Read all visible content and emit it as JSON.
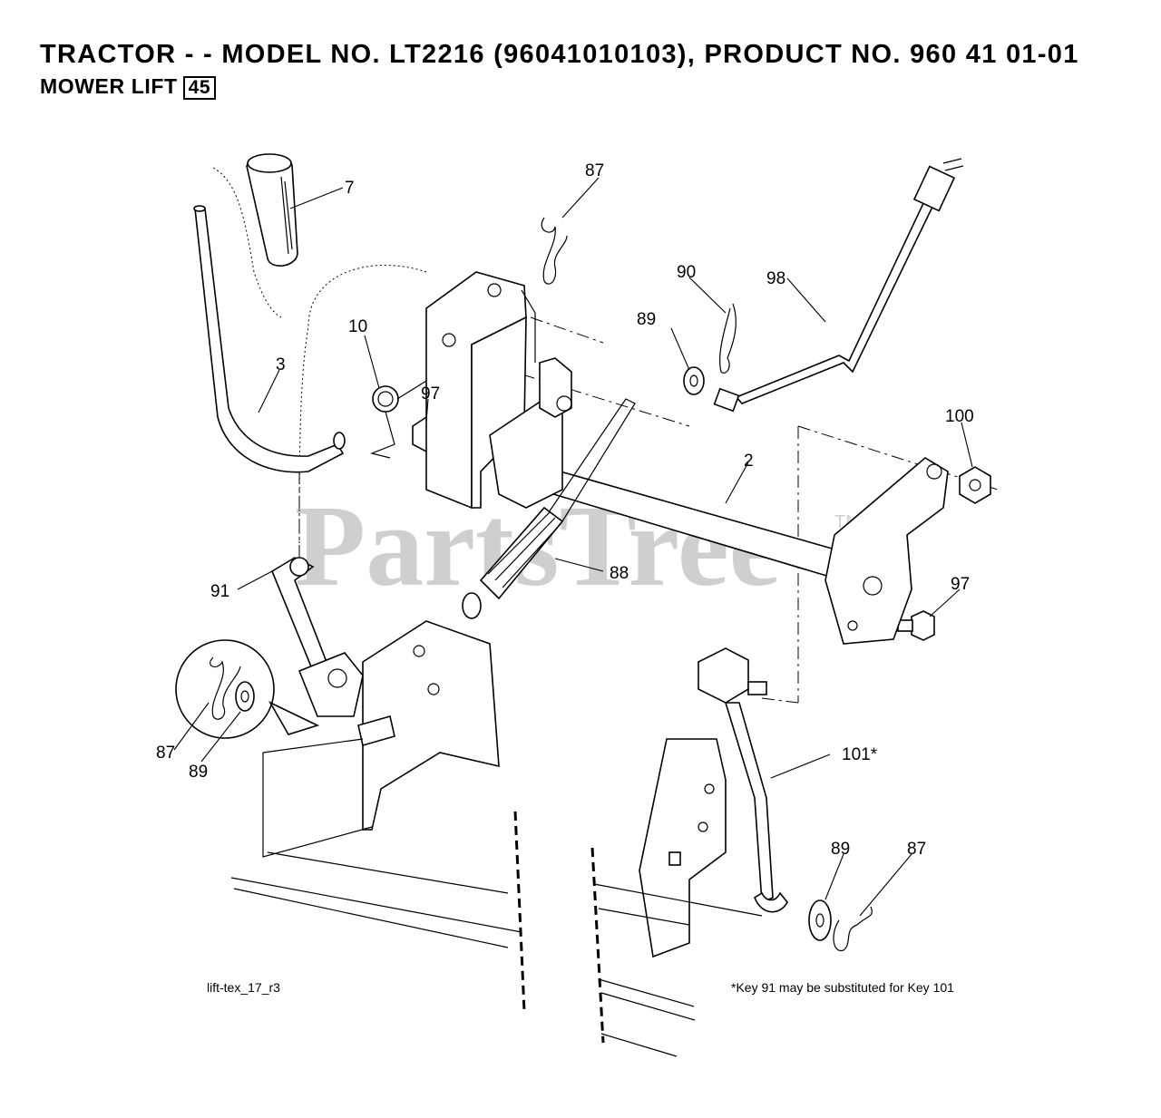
{
  "header": {
    "title": "TRACTOR - - MODEL NO. LT2216  (96041010103), PRODUCT NO. 960 41 01-01",
    "subtitle": "MOWER LIFT",
    "section_number": "45"
  },
  "watermark": {
    "text": "PartsTree",
    "tm": "TM"
  },
  "callouts": [
    {
      "key": "7"
    },
    {
      "key": "87"
    },
    {
      "key": "90"
    },
    {
      "key": "98"
    },
    {
      "key": "89"
    },
    {
      "key": "10"
    },
    {
      "key": "3"
    },
    {
      "key": "97"
    },
    {
      "key": "100"
    },
    {
      "key": "2"
    },
    {
      "key": "88"
    },
    {
      "key": "91"
    },
    {
      "key": "97"
    },
    {
      "key": "87"
    },
    {
      "key": "89"
    },
    {
      "key": "101*"
    },
    {
      "key": "89"
    },
    {
      "key": "87"
    }
  ],
  "footer": {
    "drawing_id": "lift-tex_17_r3",
    "note": "*Key 91 may be substituted for Key 101"
  }
}
